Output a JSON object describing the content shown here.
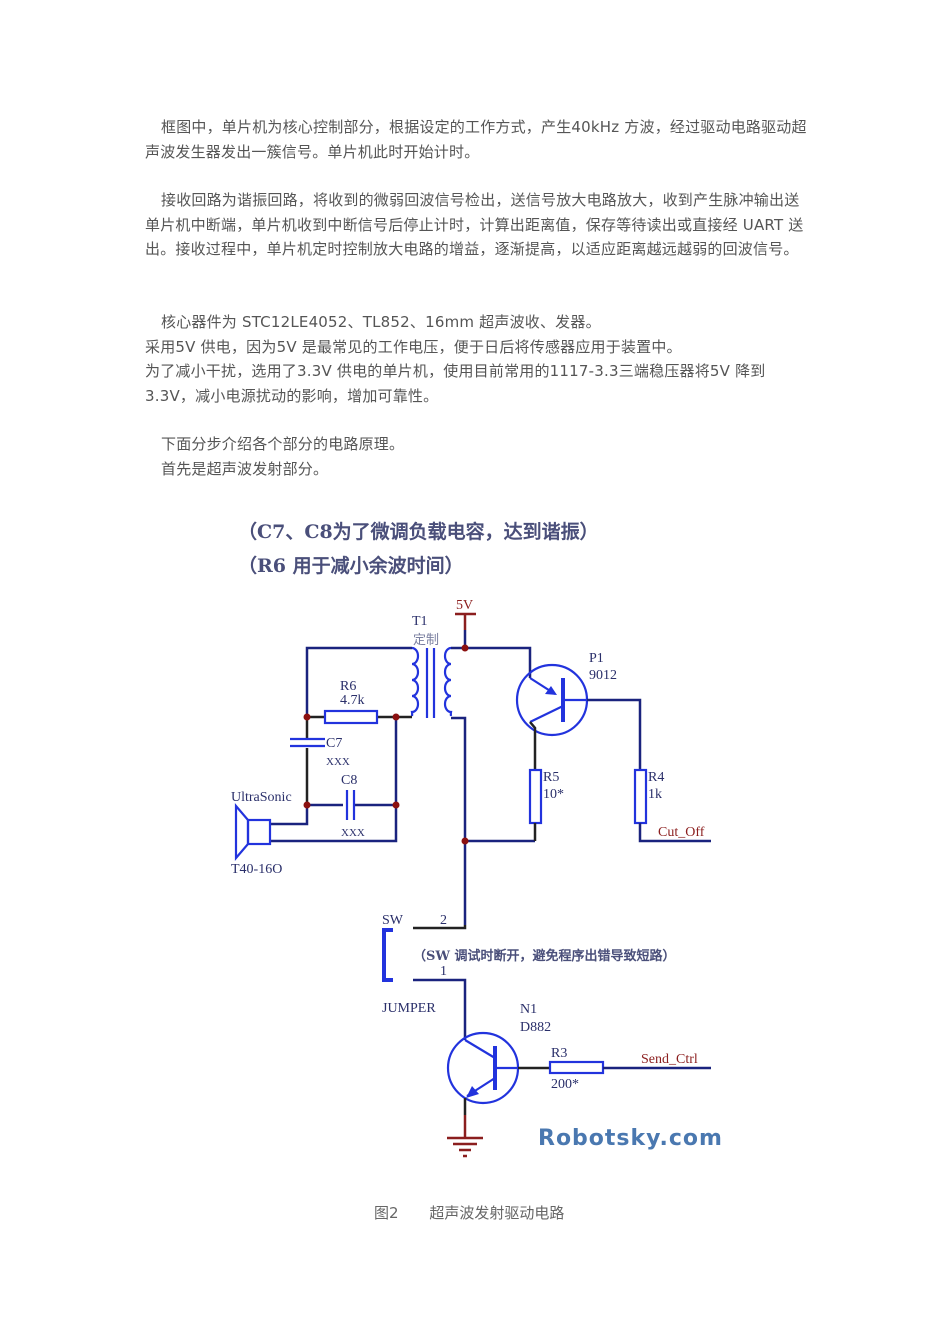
{
  "paragraphs": [
    {
      "lines": [
        "框图中，单片机为核心控制部分，根据设定的工作方式，产生40kHz 方波，经过驱动电路驱动超声波发生器发出一簇信号。单片机此时开始计时。"
      ]
    },
    {
      "lines": [
        "接收回路为谐振回路，将收到的微弱回波信号检出，送信号放大电路放大，收到产生脉冲输出送单片机中断端，单片机收到中断信号后停止计时，计算出距离值，保存等待读出或直接经 UART 送出。接收过程中，单片机定时控制放大电路的增益，逐渐提高，以适应距离越远越弱的回波信号。"
      ]
    },
    {
      "lines": [
        "核心器件为 STC12LE4052、TL852、16mm 超声波收、发器。",
        "采用5V 供电，因为5V 是最常见的工作电压，便于日后将传感器应用于装置中。",
        "为了减小干扰，选用了3.3V 供电的单片机，使用目前常用的1117-3.3三端稳压器将5V 降到3.3V，减小电源扰动的影响，增加可靠性。"
      ]
    },
    {
      "lines": [
        "下面分步介绍各个部分的电路原理。",
        "首先是超声波发射部分。"
      ]
    }
  ],
  "figure": {
    "notes": [
      "（C7、C8为了微调负载电容，达到谐振）",
      "（R6 用于减小余波时间）"
    ],
    "components": {
      "power": "5V",
      "transformer": {
        "ref": "T1",
        "value": "定制"
      },
      "r6": {
        "ref": "R6",
        "value": "4.7k"
      },
      "c7": {
        "ref": "C7",
        "value": "XXX"
      },
      "c8": {
        "ref": "C8",
        "value": "XXX"
      },
      "transducer": {
        "ref": "UltraSonic",
        "value": "T40-16O"
      },
      "p1": {
        "ref": "P1",
        "value": "9012"
      },
      "r5": {
        "ref": "R5",
        "value": "10*"
      },
      "r4": {
        "ref": "R4",
        "value": "1k"
      },
      "cutoff_net": "Cut_Off",
      "sw": {
        "ref": "SW",
        "pin2": "2",
        "pin1": "1",
        "type": "JUMPER"
      },
      "sw_note": "（SW 调试时断开，避免程序出错导致短路）",
      "n1": {
        "ref": "N1",
        "value": "D882"
      },
      "r3": {
        "ref": "R3",
        "value": "200*"
      },
      "send_net": "Send_Ctrl"
    },
    "watermark": "Robotsky.com",
    "caption": {
      "label": "图2",
      "title": "超声波发射驱动电路"
    }
  }
}
